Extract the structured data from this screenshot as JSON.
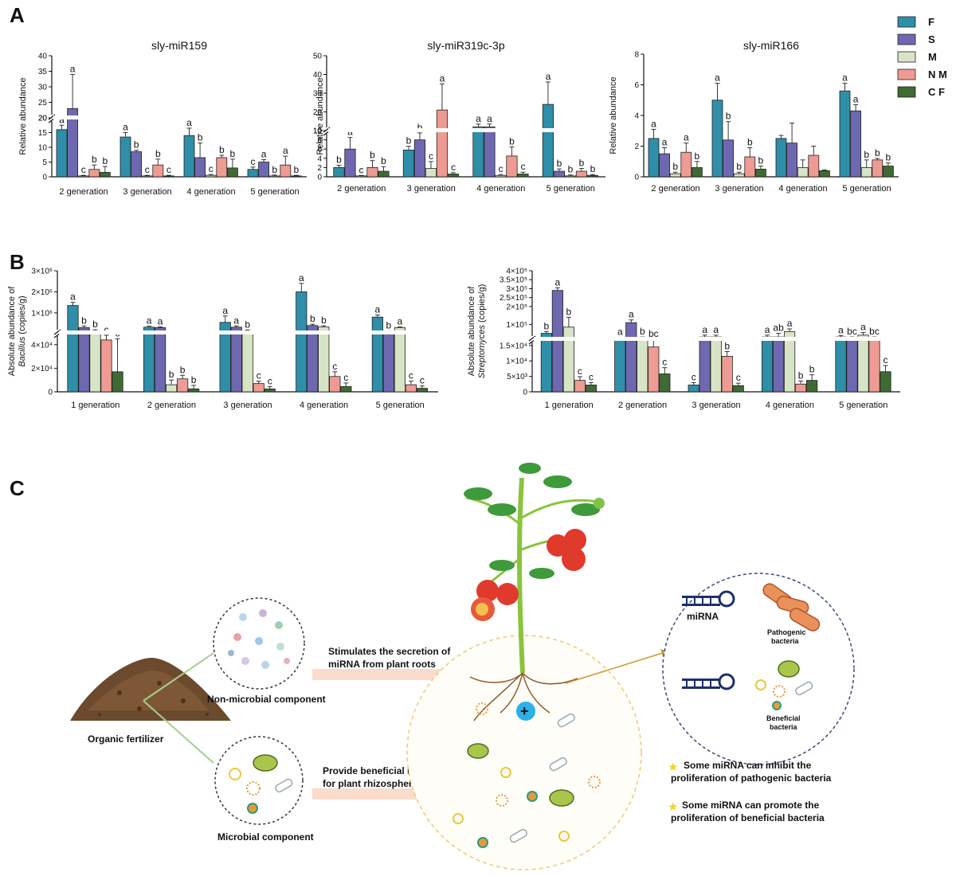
{
  "panels": {
    "a": "A",
    "b": "B",
    "c": "C"
  },
  "legend": [
    {
      "name": "F",
      "color": "#2f8ea8"
    },
    {
      "name": "S",
      "color": "#6e68b0"
    },
    {
      "name": "M",
      "color": "#d7e4c6"
    },
    {
      "name": "N M",
      "color": "#ee9b94"
    },
    {
      "name": "C F",
      "color": "#3f6a34"
    }
  ],
  "chart_data": [
    {
      "type": "bar",
      "title": "sly-miR159",
      "ylabel": "Relative abundance",
      "categories": [
        "2 generation",
        "3 generation",
        "4 generation",
        "5 generation"
      ],
      "broken_axis": {
        "lower": [
          0,
          20
        ],
        "upper": [
          20,
          40
        ]
      },
      "ticks": [
        0,
        5,
        10,
        15,
        20,
        20,
        25,
        30,
        35,
        40
      ],
      "series": [
        {
          "name": "F",
          "values": [
            16,
            13.5,
            14,
            2.5
          ],
          "errors": [
            1.5,
            1.5,
            2.5,
            0.8
          ],
          "labels": [
            "a",
            "a",
            "a",
            "c"
          ]
        },
        {
          "name": "S",
          "values": [
            23,
            8.5,
            6.5,
            5
          ],
          "errors": [
            11,
            0.5,
            5,
            0.8
          ],
          "labels": [
            "a",
            "b",
            "b",
            "a"
          ]
        },
        {
          "name": "M",
          "values": [
            0.3,
            0.3,
            0.5,
            0.3
          ],
          "errors": [
            0.2,
            0.2,
            0.3,
            0.3
          ],
          "labels": [
            "c",
            "c",
            "c",
            "b"
          ]
        },
        {
          "name": "N M",
          "values": [
            2.5,
            4,
            6.5,
            4
          ],
          "errors": [
            1.5,
            2,
            0.8,
            3
          ],
          "labels": [
            "b",
            "b",
            "b",
            "a"
          ]
        },
        {
          "name": "C F",
          "values": [
            1.5,
            0.3,
            3,
            0.3
          ],
          "errors": [
            2,
            0.2,
            3,
            0.2
          ],
          "labels": [
            "b",
            "c",
            "b",
            "b"
          ]
        }
      ]
    },
    {
      "type": "bar",
      "title": "sly-miR319c-3p",
      "ylabel": "Relative abundance",
      "categories": [
        "2 generation",
        "3 generation",
        "4 generation",
        "5 generation"
      ],
      "broken_axis": {
        "lower": [
          0,
          10
        ],
        "upper": [
          10,
          50
        ]
      },
      "ticks": [
        0,
        2,
        4,
        6,
        8,
        10,
        10,
        20,
        30,
        40,
        50
      ],
      "series": [
        {
          "name": "F",
          "values": [
            2,
            5.8,
            12,
            24
          ],
          "errors": [
            0.5,
            0.8,
            1.5,
            12
          ],
          "labels": [
            "b",
            "b",
            "a",
            "a"
          ]
        },
        {
          "name": "S",
          "values": [
            6,
            8,
            12,
            1.2
          ],
          "errors": [
            2.5,
            1.5,
            1.5,
            0.5
          ],
          "labels": [
            "a",
            "b",
            "a",
            "b"
          ]
        },
        {
          "name": "M",
          "values": [
            0.2,
            1.8,
            0.3,
            0.2
          ],
          "errors": [
            0.1,
            1.5,
            0.2,
            0.2
          ],
          "labels": [
            "c",
            "c",
            "c",
            "b"
          ]
        },
        {
          "name": "N M",
          "values": [
            2,
            21,
            4.5,
            1.2
          ],
          "errors": [
            1.5,
            14,
            2,
            0.6
          ],
          "labels": [
            "b",
            "a",
            "b",
            "b"
          ]
        },
        {
          "name": "C F",
          "values": [
            1.2,
            0.6,
            0.6,
            0.3
          ],
          "errors": [
            1,
            0.3,
            0.4,
            0.2
          ],
          "labels": [
            "b",
            "c",
            "c",
            "b"
          ]
        }
      ]
    },
    {
      "type": "bar",
      "title": "sly-miR166",
      "ylabel": "Relative abundance",
      "categories": [
        "2 generation",
        "3 generation",
        "4 generation",
        "5 generation"
      ],
      "ylim": [
        0,
        8
      ],
      "ticks": [
        0,
        2,
        4,
        6,
        8
      ],
      "series": [
        {
          "name": "F",
          "values": [
            2.5,
            5,
            2.5,
            5.6
          ],
          "errors": [
            0.6,
            1.1,
            0.2,
            0.5
          ],
          "labels": [
            "a",
            "a",
            "",
            "a"
          ]
        },
        {
          "name": "S",
          "values": [
            1.5,
            2.4,
            2.2,
            4.3
          ],
          "errors": [
            0.4,
            1.2,
            1.3,
            0.4
          ],
          "labels": [
            "a",
            "b",
            "",
            "a"
          ]
        },
        {
          "name": "M",
          "values": [
            0.2,
            0.2,
            0.6,
            0.6
          ],
          "errors": [
            0.1,
            0.1,
            0.5,
            0.5
          ],
          "labels": [
            "b",
            "b",
            "",
            "b"
          ]
        },
        {
          "name": "N M",
          "values": [
            1.6,
            1.3,
            1.4,
            1.1
          ],
          "errors": [
            0.6,
            0.6,
            0.6,
            0.1
          ],
          "labels": [
            "a",
            "b",
            "",
            "b"
          ]
        },
        {
          "name": "C F",
          "values": [
            0.6,
            0.5,
            0.4,
            0.7
          ],
          "errors": [
            0.4,
            0.2,
            0.05,
            0.2
          ],
          "labels": [
            "b",
            "b",
            "",
            "b"
          ]
        }
      ]
    },
    {
      "type": "bar",
      "ylabel_prefix": "Absolute abundance of",
      "ylabel_taxon": "Bacillus",
      "ylabel_unit": "(copies/g)",
      "categories": [
        "1 generation",
        "2 generation",
        "3 generation",
        "4 generation",
        "5 generation"
      ],
      "broken_axis": {
        "lower": [
          0,
          50000
        ],
        "upper": [
          50000,
          3000000
        ]
      },
      "tick_labels": [
        "0",
        "2×10⁴",
        "4×10⁴",
        "1×10⁶",
        "2×10⁶",
        "3×10⁶"
      ],
      "ticks": [
        0,
        20000,
        40000,
        1000000,
        2000000,
        3000000
      ],
      "series": [
        {
          "name": "F",
          "values": [
            1350000,
            320000,
            550000,
            2000000,
            800000
          ],
          "errors": [
            150000,
            50000,
            300000,
            400000,
            100000
          ],
          "labels": [
            "a",
            "a",
            "a",
            "a",
            "a"
          ]
        },
        {
          "name": "S",
          "values": [
            300000,
            300000,
            320000,
            400000,
            120000
          ],
          "errors": [
            80000,
            40000,
            60000,
            60000,
            30000
          ],
          "labels": [
            "b",
            "a",
            "a",
            "b",
            "b"
          ]
        },
        {
          "name": "M",
          "values": [
            150000,
            6000,
            150000,
            330000,
            300000
          ],
          "errors": [
            50000,
            4000,
            40000,
            60000,
            40000
          ],
          "labels": [
            "b",
            "b",
            "b",
            "b",
            "a"
          ]
        },
        {
          "name": "N M",
          "values": [
            44000,
            11000,
            7000,
            13000,
            6000
          ],
          "errors": [
            4000,
            3000,
            2000,
            4000,
            3000
          ],
          "labels": [
            "c",
            "b",
            "c",
            "c",
            "c"
          ]
        },
        {
          "name": "C F",
          "values": [
            17000,
            2500,
            2500,
            4500,
            3000
          ],
          "errors": [
            28000,
            3000,
            2000,
            3000,
            2000
          ],
          "labels": [
            "c",
            "b",
            "c",
            "c",
            "c"
          ]
        }
      ]
    },
    {
      "type": "bar",
      "ylabel_prefix": "Absolute abundance of",
      "ylabel_taxon": "Streptomyces",
      "ylabel_unit": "(copies/g)",
      "categories": [
        "1 generation",
        "2 generation",
        "3 generation",
        "4 generation",
        "5 generation"
      ],
      "broken_axis": {
        "lower": [
          0,
          17000
        ],
        "upper": [
          17000,
          400000
        ]
      },
      "tick_labels": [
        "0",
        "5×10³",
        "1×10⁴",
        "1.5×10⁴",
        "1×10⁵",
        "2×10⁵",
        "2.5×10⁵",
        "3×10⁵",
        "3.5×10⁵",
        "4×10⁵"
      ],
      "ticks": [
        0,
        5000,
        10000,
        15000,
        100000,
        200000,
        250000,
        300000,
        350000,
        400000
      ],
      "series": [
        {
          "name": "F",
          "values": [
            50000,
            20000,
            2200,
            30000,
            30000
          ],
          "errors": [
            10000,
            8000,
            800,
            10000,
            8000
          ],
          "labels": [
            "b",
            "a",
            "c",
            "a",
            "a"
          ]
        },
        {
          "name": "S",
          "values": [
            290000,
            110000,
            30000,
            30000,
            20000
          ],
          "errors": [
            15000,
            15000,
            10000,
            20000,
            10000
          ],
          "labels": [
            "a",
            "a",
            "a",
            "ab",
            "bc"
          ]
        },
        {
          "name": "M",
          "values": [
            85000,
            20000,
            30000,
            60000,
            40000
          ],
          "errors": [
            55000,
            10000,
            10000,
            15000,
            15000
          ],
          "labels": [
            "b",
            "b",
            "a",
            "a",
            "a"
          ]
        },
        {
          "name": "N M",
          "values": [
            3700,
            14500,
            11500,
            2500,
            20000
          ],
          "errors": [
            1200,
            2500,
            1500,
            1000,
            10000
          ],
          "labels": [
            "c",
            "bc",
            "b",
            "b",
            "bc"
          ]
        },
        {
          "name": "C F",
          "values": [
            2200,
            5800,
            2000,
            3700,
            6500
          ],
          "errors": [
            800,
            2000,
            800,
            1800,
            2000
          ],
          "labels": [
            "c",
            "c",
            "c",
            "b",
            "c"
          ]
        }
      ]
    }
  ],
  "diagram": {
    "organic_fertilizer": "Organic fertilizer",
    "non_microbial": "Non-microbial component",
    "microbial": "Microbial component",
    "arrow1": [
      "Stimulates the secretion of",
      "miRNA from plant roots"
    ],
    "arrow2": [
      "Provide beneficial microbiota",
      "for plant rhizosphere"
    ],
    "mirna": "miRNA",
    "pathogenic": [
      "Pathogenic",
      "bacteria"
    ],
    "beneficial": [
      "Beneficial",
      "bacteria"
    ],
    "note1": [
      "Some miRNA can inhibit the",
      "proliferation of pathogenic bacteria"
    ],
    "note2": [
      "Some miRNA can promote the",
      "proliferation of beneficial bacteria"
    ],
    "star_color": "#f2d51b"
  }
}
